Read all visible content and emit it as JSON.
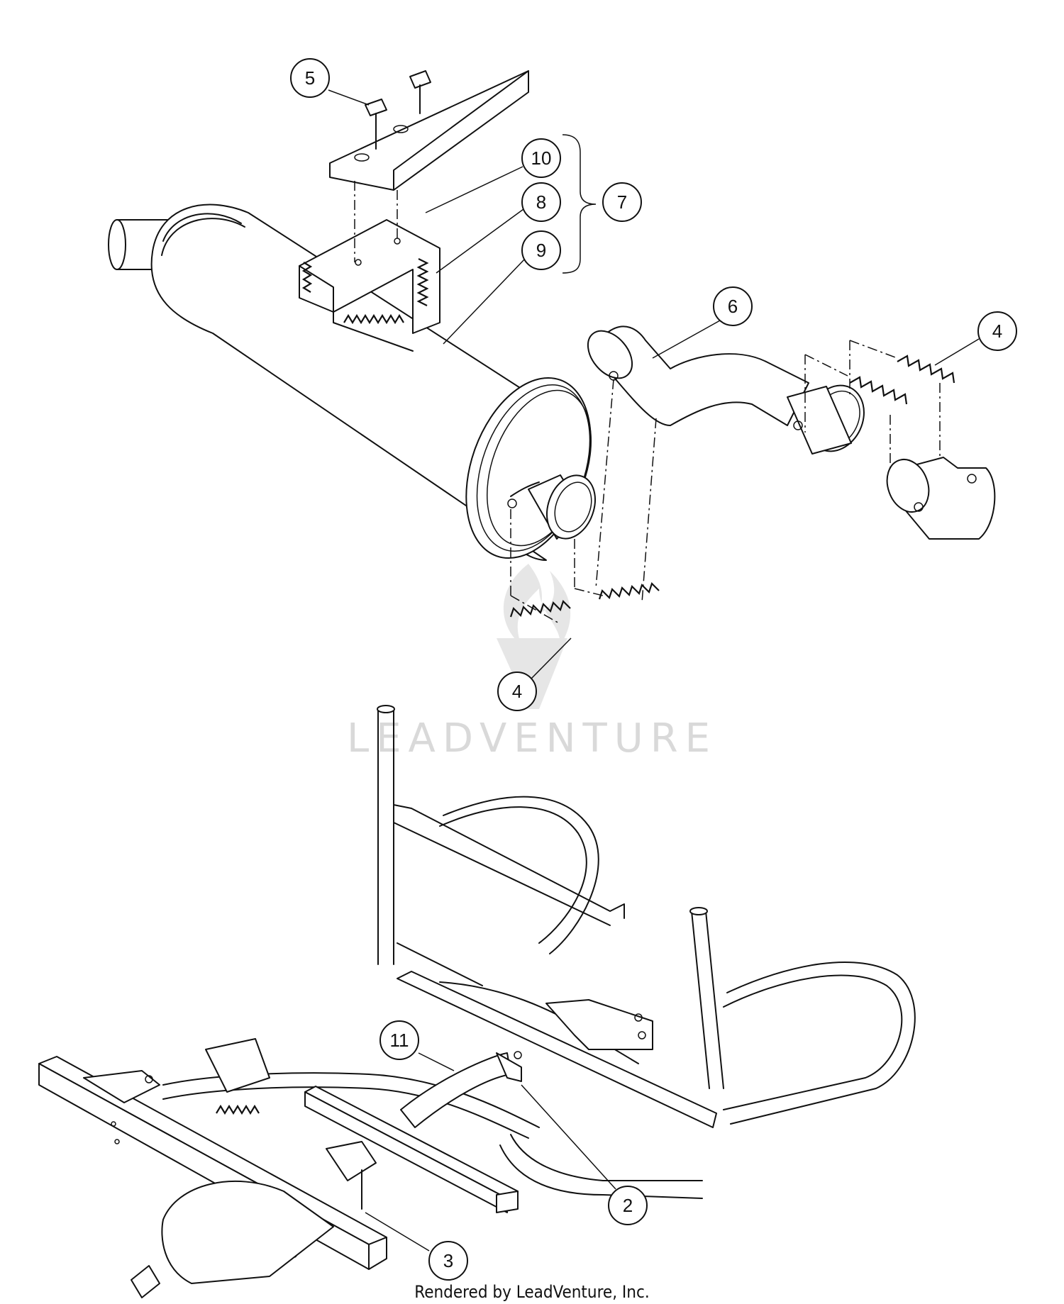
{
  "callouts": [
    {
      "id": "c5",
      "label": "5"
    },
    {
      "id": "c10",
      "label": "10"
    },
    {
      "id": "c8",
      "label": "8"
    },
    {
      "id": "c9",
      "label": "9"
    },
    {
      "id": "c7",
      "label": "7"
    },
    {
      "id": "c6",
      "label": "6"
    },
    {
      "id": "c4a",
      "label": "4"
    },
    {
      "id": "c4b",
      "label": "4"
    },
    {
      "id": "c11",
      "label": "11"
    },
    {
      "id": "c2",
      "label": "2"
    },
    {
      "id": "c3",
      "label": "3"
    }
  ],
  "watermark": {
    "text": "LEADVENTURE"
  },
  "footer": {
    "text": "Rendered by LeadVenture, Inc."
  }
}
